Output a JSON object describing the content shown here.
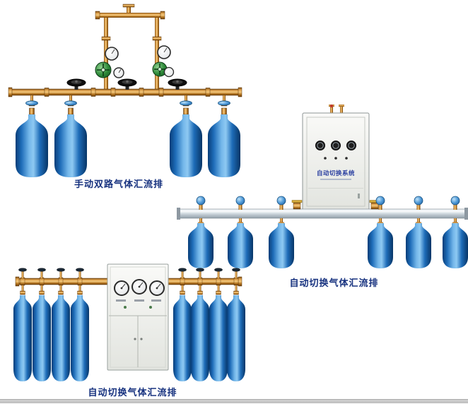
{
  "page": {
    "background": "#ffffff",
    "footer_strip_color": "#c7c7c7"
  },
  "colors": {
    "caption_blue": "#17327f",
    "cylinder_blue": "#1e6cb8",
    "brass": "#d99a45",
    "rail_silver": "#c2cdd4",
    "cabinet_body": "#f2f3ef",
    "cabinet_label_blue": "#2a3fa0",
    "valve_knob_blue": "#4f9ad8",
    "regulator_green": "#2f8b3a",
    "handwheel_black": "#111111"
  },
  "products": [
    {
      "id": "manual-dual-line-gas-manifold",
      "caption": "手动双路气体汇流排",
      "cylinder_count": 4
    },
    {
      "id": "auto-switch-gas-manifold-wall-unit",
      "caption": "自动切换气体汇流排",
      "cabinet_label": "自动切换系统",
      "cylinder_count": 6
    },
    {
      "id": "auto-switch-gas-manifold-cabinet-unit",
      "caption": "自动切换气体汇流排",
      "cylinder_count": 8
    }
  ]
}
